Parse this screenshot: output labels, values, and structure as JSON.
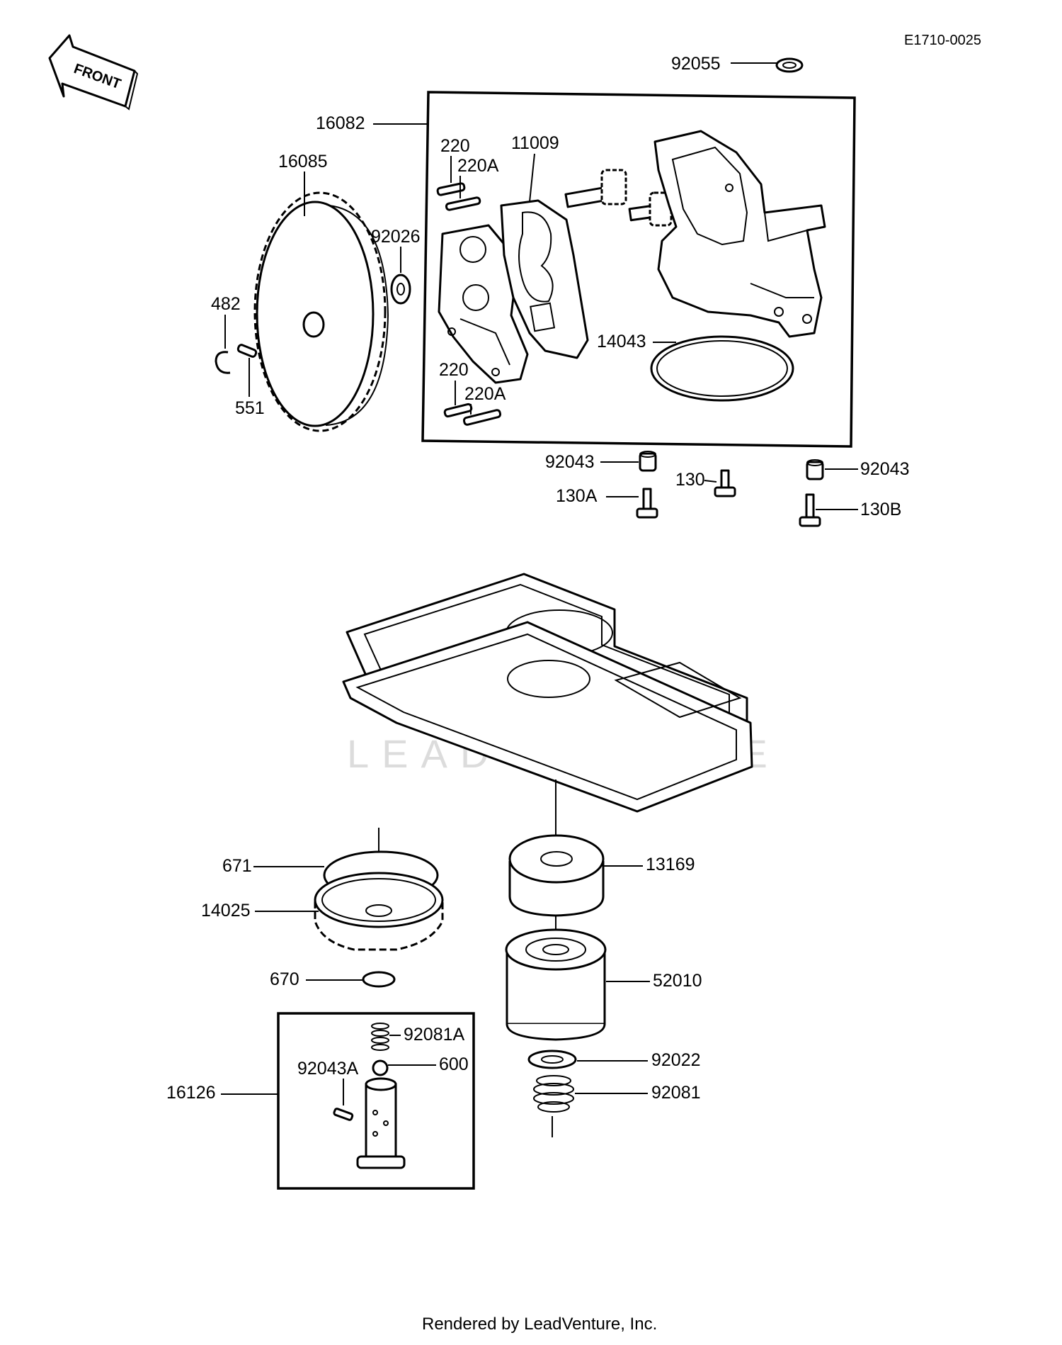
{
  "diagram_id": "E1710-0025",
  "front_arrow_label": "FRONT",
  "watermark": "LEADVENTURE",
  "footer": "Rendered by LeadVenture, Inc.",
  "parts": {
    "p92055": "92055",
    "p16082": "16082",
    "p16085": "16085",
    "p220_top": "220",
    "p220A_top": "220A",
    "p11009": "11009",
    "p92026": "92026",
    "p482": "482",
    "p551": "551",
    "p14043": "14043",
    "p220_bot": "220",
    "p220A_bot": "220A",
    "p92043_left": "92043",
    "p130": "130",
    "p92043_right": "92043",
    "p130A": "130A",
    "p130B": "130B",
    "p671": "671",
    "p13169": "13169",
    "p14025": "14025",
    "p52010": "52010",
    "p670": "670",
    "p92081A": "92081A",
    "p92043A": "92043A",
    "p600": "600",
    "p16126": "16126",
    "p92022": "92022",
    "p92081": "92081"
  }
}
